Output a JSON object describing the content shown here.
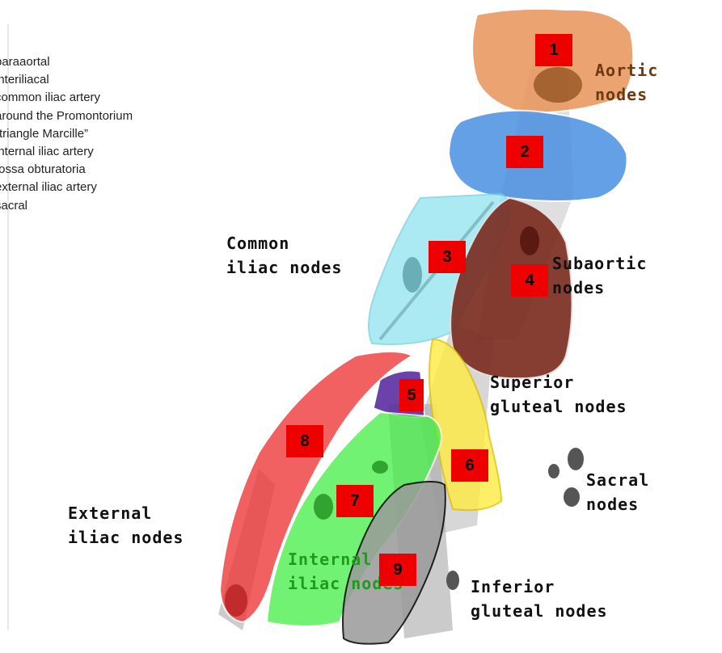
{
  "legend": [
    "paraaortal",
    "interiliacal",
    "common iliac artery",
    "around the Promontorium",
    "“triangle Marcille”",
    "internal iliac artery",
    "fossa obturatoria",
    "external iliac artery",
    "sacral"
  ],
  "labels": {
    "aortic": "Aortic\nnodes",
    "common_iliac": "Common\niliac nodes",
    "subaortic": "Subaortic\nnodes",
    "superior_gluteal": "Superior\ngluteal nodes",
    "sacral": "Sacral\nnodes",
    "external_iliac": "External\niliac nodes",
    "internal_iliac": "Internal\niliac nodes",
    "inferior_gluteal": "Inferior\ngluteal nodes"
  },
  "regions": {
    "r1": "1",
    "r2": "2",
    "r3": "3",
    "r4": "4",
    "r5": "5",
    "r6": "6",
    "r7": "7",
    "r8": "8",
    "r9": "9"
  },
  "colors": {
    "aortic": "#e8945a",
    "interiliac": "#4a90e2",
    "common_iliac": "#8fe3ef",
    "subaortic": "#7a2a1e",
    "promontorium": "#5a2ea0",
    "sacral_yellow": "#ffec40",
    "internal_iliac": "#44ee44",
    "external_iliac": "#ee3a3a",
    "obturatoria": "#9a9a9a",
    "badge": "#ee0000"
  }
}
